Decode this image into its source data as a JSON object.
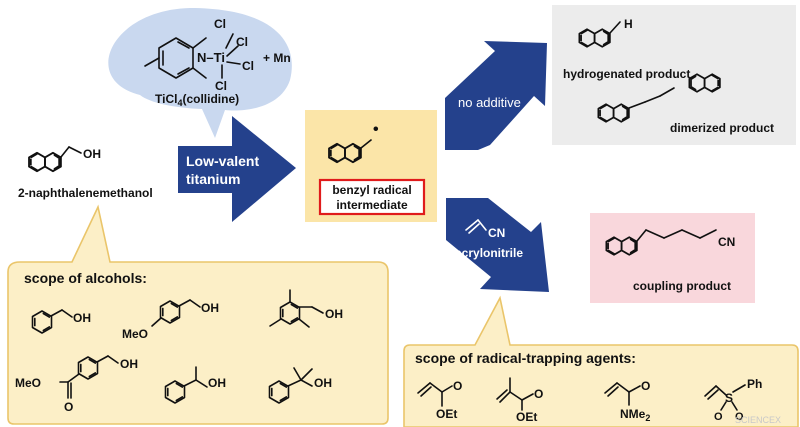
{
  "catalyst": {
    "cl_top_left": "Cl",
    "cl_top_right": "Cl",
    "cl_mid": "Cl",
    "cl_bottom": "Cl",
    "n_ti": "N–Ti",
    "additive": "+ Mn",
    "name": "TiCl",
    "name_sub": "4",
    "name_rest": "(collidine)"
  },
  "start": {
    "oh": "OH",
    "name": "2-naphthalenemethanol"
  },
  "arrow_main": {
    "line1": "Low-valent",
    "line2": "titanium"
  },
  "intermediate": {
    "line1": "benzyl radical",
    "line2": "intermediate",
    "dot": "•"
  },
  "arrow_upper": {
    "label": "no additive"
  },
  "arrow_lower": {
    "cn": "CN",
    "label": "acrylonitrile"
  },
  "products_top": {
    "h": "H",
    "hydrogenated": "hydrogenated product",
    "dimerized": "dimerized product"
  },
  "product_coupling": {
    "cn": "CN",
    "label": "coupling product"
  },
  "alcohols": {
    "title": "scope of alcohols:",
    "oh1": "OH",
    "oh2": "OH",
    "meo": "MeO",
    "oh3": "OH",
    "meo2c": "MeO",
    "o": "O",
    "oh4": "OH",
    "oh5": "OH",
    "oh6": "OH"
  },
  "trapping": {
    "title": "scope of radical-trapping agents:",
    "oet1": "OEt",
    "o1": "O",
    "oet2": "OEt",
    "o2": "O",
    "o3": "O",
    "nme": "NMe",
    "nme_sub": "2",
    "s": "S",
    "ph": "Ph",
    "so1": "O",
    "so2": "O"
  },
  "watermark": "SCIENCEX",
  "colors": {
    "arrow": "#24418c",
    "catalyst_bubble": "#c9d8ef",
    "intermediate_bg": "#fbe5a8",
    "scope_bg": "#fcefc7",
    "scope_border": "#eac56a",
    "products_bg": "#ececec",
    "coupling_bg": "#f9d7dc",
    "highlight_red": "#e01b1b"
  }
}
